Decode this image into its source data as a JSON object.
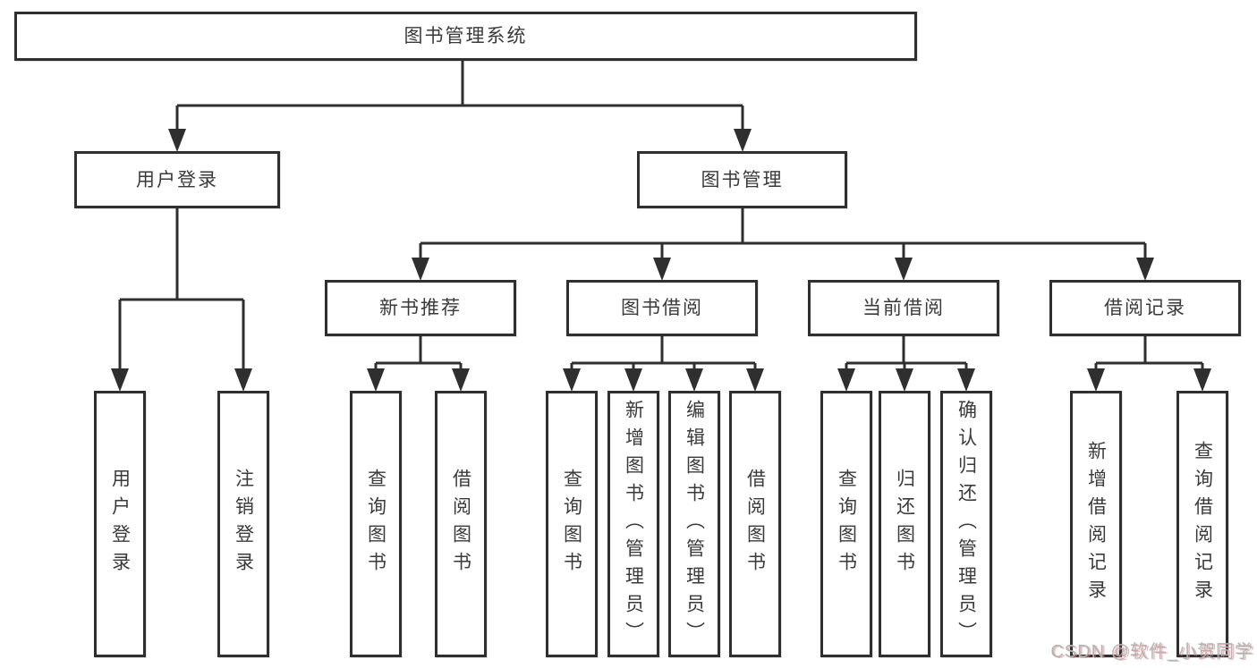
{
  "diagram": {
    "title": "图书管理系统",
    "type": "hierarchy-tree"
  },
  "nodes": {
    "root": "图书管理系统",
    "user_login": {
      "label": "用户登录",
      "children": [
        "用户登录",
        "注销登录"
      ]
    },
    "book_mgmt": {
      "label": "图书管理",
      "children": [
        {
          "label": "新书推荐",
          "children": [
            "查询图书",
            "借阅图书"
          ]
        },
        {
          "label": "图书借阅",
          "children": [
            "查询图书",
            "新增图书（管理员）",
            "编辑图书（管理员）",
            "借阅图书"
          ]
        },
        {
          "label": "当前借阅",
          "children": [
            "查询图书",
            "归还图书",
            "确认归还（管理员）"
          ]
        },
        {
          "label": "借阅记录",
          "children": [
            "新增借阅记录",
            "查询借阅记录"
          ]
        }
      ]
    }
  },
  "watermark": {
    "text": "CSDN @软件_小贺同学"
  },
  "colors": {
    "background": "#ffffff",
    "line": "#2f2f2f",
    "box_border": "#2f2f2f",
    "text": "#3a3a3a",
    "watermark_gray": "#b3b3b3",
    "watermark_red": "#dc8282"
  }
}
